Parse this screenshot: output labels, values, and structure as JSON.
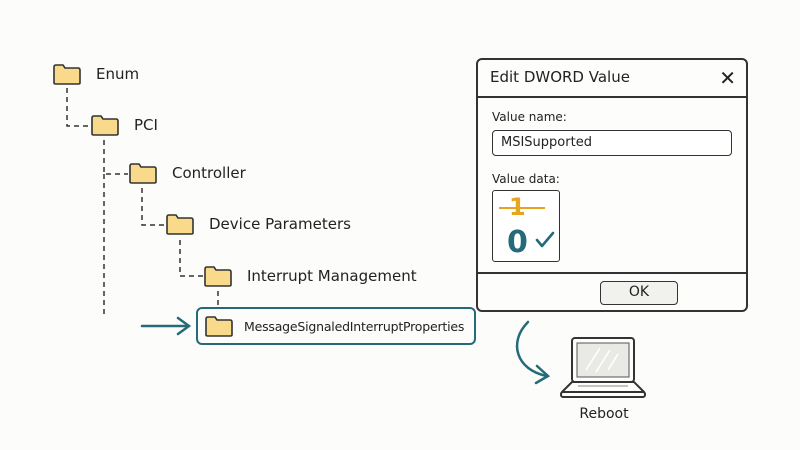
{
  "tree": {
    "nodes": [
      {
        "label": "Enum"
      },
      {
        "label": "PCI"
      },
      {
        "label": "Controller"
      },
      {
        "label": "Device Parameters"
      },
      {
        "label": "Interrupt Management"
      },
      {
        "label": "MessageSignaledInterruptProperties"
      }
    ],
    "highlighted_index": 5
  },
  "dialog": {
    "title": "Edit DWORD Value",
    "value_name_label": "Value name:",
    "value_name": "MSISupported",
    "value_data_label": "Value data:",
    "old_value": "1",
    "new_value": "0",
    "ok_label": "OK"
  },
  "reboot": {
    "label": "Reboot"
  },
  "colors": {
    "accent": "#246a78",
    "old_value": "#e7a51f",
    "folder_fill": "#f9d98a",
    "folder_stroke": "#333333"
  },
  "icons": [
    "folder-icon",
    "close-icon",
    "check-icon",
    "arrow-icon",
    "laptop-icon"
  ]
}
